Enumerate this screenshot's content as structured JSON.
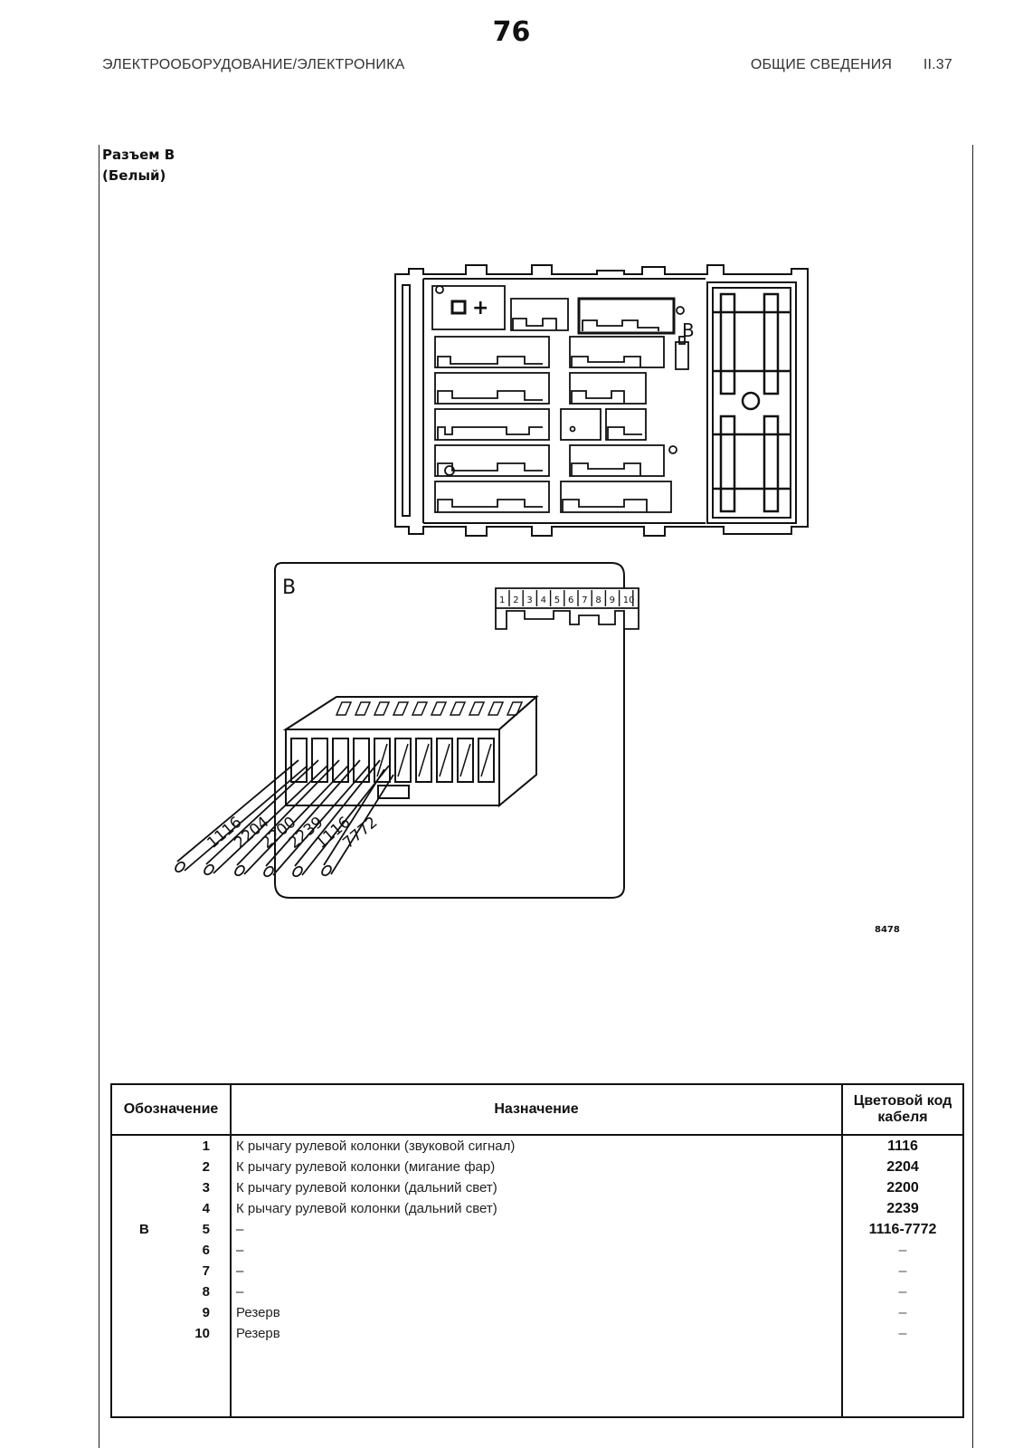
{
  "page_number": "76",
  "header": {
    "left": "ЭЛЕКТРООБОРУДОВАНИЕ/ЭЛЕКТРОНИКА",
    "section": "ОБЩИЕ СВЕДЕНИЯ",
    "code": "II.37"
  },
  "caption": {
    "line1": "Разъем В",
    "line2": "(Белый)"
  },
  "figure": {
    "box_label": "B",
    "detail_label": "B",
    "plus_sign": "+",
    "pin_numbers": [
      "1",
      "2",
      "3",
      "4",
      "5",
      "6",
      "7",
      "8",
      "9",
      "10"
    ],
    "wire_labels": [
      "1116",
      "2204",
      "2200",
      "2239",
      "1116",
      "7772"
    ],
    "figure_code": "8478"
  },
  "table": {
    "headers": {
      "designation": "Обозначение",
      "purpose": "Назначение",
      "color_code": "Цветовой код кабеля"
    },
    "group": "В",
    "rows": [
      {
        "pin": "1",
        "purpose": "К рычагу рулевой колонки (звуковой сигнал)",
        "code": "1116"
      },
      {
        "pin": "2",
        "purpose": "К рычагу рулевой колонки (мигание фар)",
        "code": "2204"
      },
      {
        "pin": "3",
        "purpose": "К рычагу рулевой колонки (дальний свет)",
        "code": "2200"
      },
      {
        "pin": "4",
        "purpose": "К рычагу рулевой колонки (дальний свет)",
        "code": "2239"
      },
      {
        "pin": "5",
        "purpose": "–",
        "code": "1116-7772"
      },
      {
        "pin": "6",
        "purpose": "–",
        "code": "–"
      },
      {
        "pin": "7",
        "purpose": "–",
        "code": "–"
      },
      {
        "pin": "8",
        "purpose": "–",
        "code": "–"
      },
      {
        "pin": "9",
        "purpose": "Резерв",
        "code": "–"
      },
      {
        "pin": "10",
        "purpose": "Резерв",
        "code": "–"
      }
    ]
  }
}
